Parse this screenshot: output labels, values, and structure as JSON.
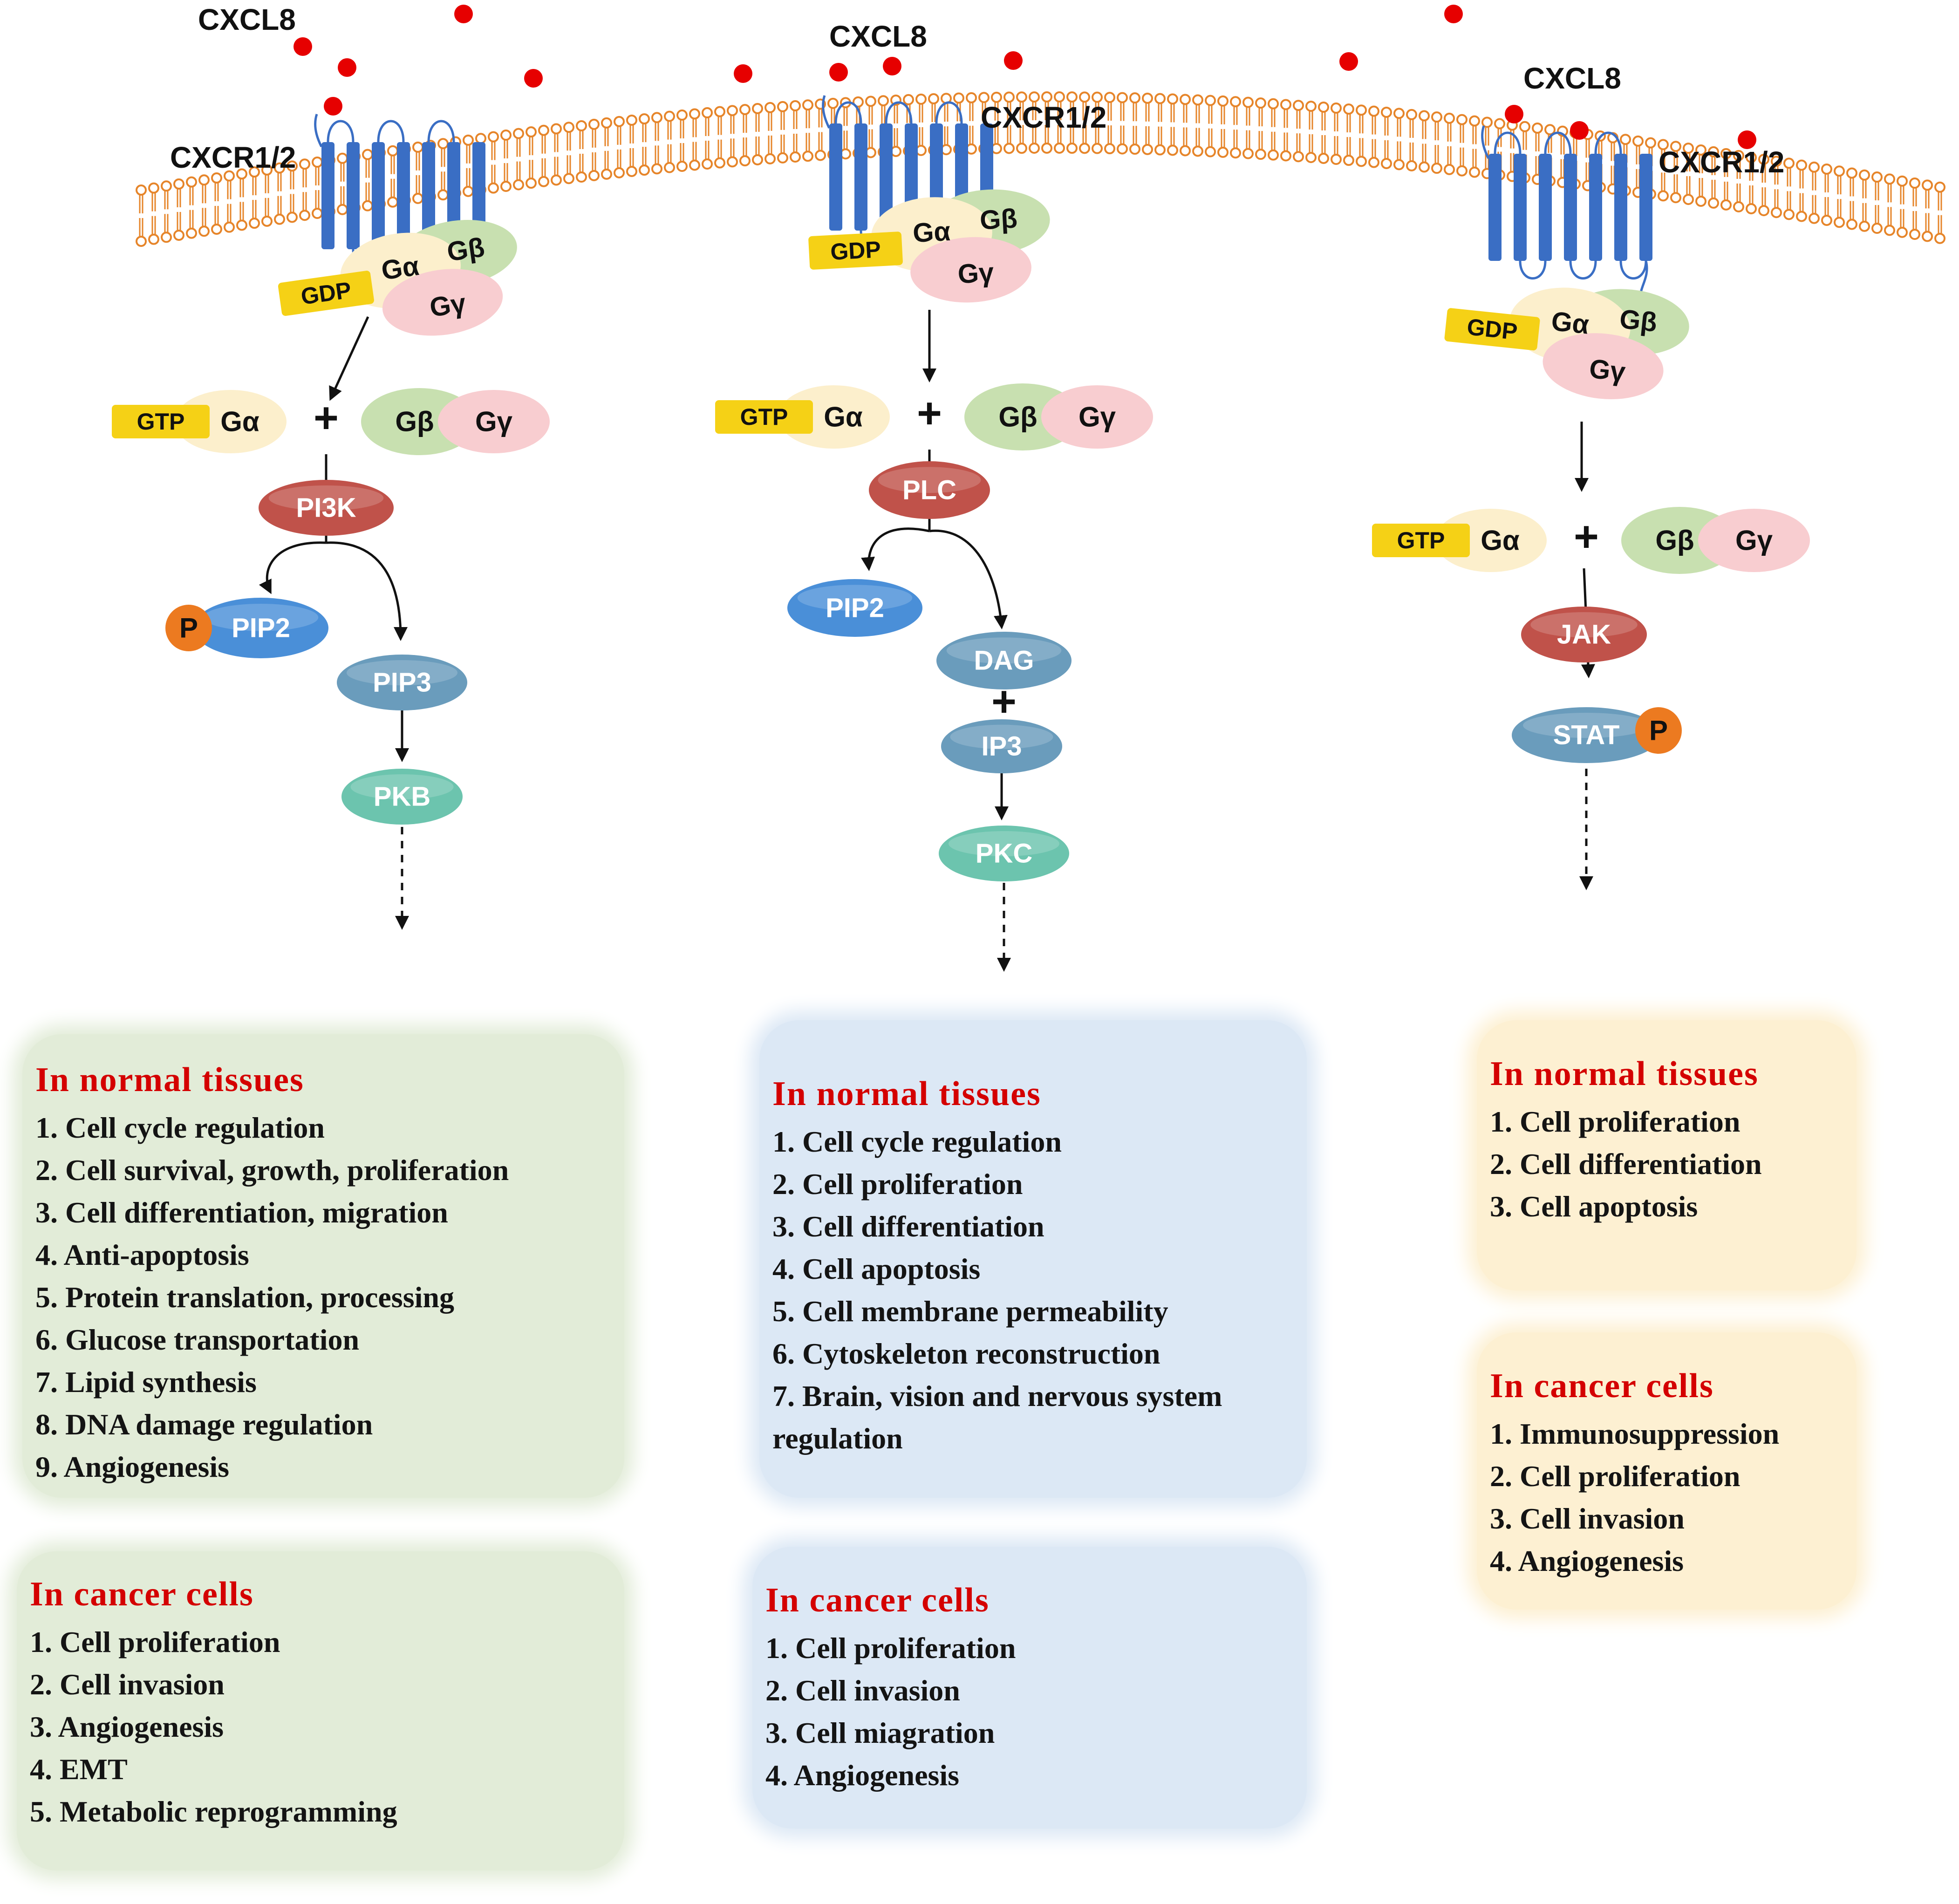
{
  "colors": {
    "membrane": "#e6852a",
    "receptor": "#3a6ec4",
    "ligand": "#e60000",
    "gdp_gtp": "#f5d116",
    "g_alpha": "#fcefcc",
    "g_beta": "#c8e0b0",
    "g_gamma": "#f8cdd0",
    "kinase_red": "#c0524a",
    "pip2_blue": "#4a8fd8",
    "messenger_steel": "#6a9cbc",
    "effector_teal": "#6cc4ae",
    "phosphate": "#ec7a20",
    "title_red": "#d40000"
  },
  "labels": {
    "ligand": "CXCL8",
    "receptor": "CXCR1/2",
    "gdp": "GDP",
    "gtp": "GTP",
    "g_alpha": "Gα",
    "g_beta": "Gβ",
    "g_gamma": "Gγ",
    "plus": "+",
    "phosphate": "P"
  },
  "pathways": [
    {
      "id": "pi3k",
      "kinase": "PI3K",
      "substrate": "PIP2",
      "product": "PIP3",
      "effector": "PKB",
      "normal_title": "In normal tissues",
      "normal_items": [
        "1. Cell cycle regulation",
        "2. Cell survival, growth, proliferation",
        "3. Cell differentiation, migration",
        "4. Anti-apoptosis",
        "5. Protein translation, processing",
        "6. Glucose transportation",
        "7. Lipid synthesis",
        "8. DNA damage regulation",
        "9. Angiogenesis"
      ],
      "cancer_title": "In cancer cells",
      "cancer_items": [
        "1. Cell proliferation",
        "2. Cell invasion",
        "3. Angiogenesis",
        "4. EMT",
        "5. Metabolic reprogramming"
      ]
    },
    {
      "id": "plc",
      "kinase": "PLC",
      "substrate": "PIP2",
      "product_a": "DAG",
      "product_b": "IP3",
      "effector": "PKC",
      "normal_title": "In normal tissues",
      "normal_items": [
        "1. Cell cycle regulation",
        "2. Cell proliferation",
        "3. Cell differentiation",
        "4. Cell apoptosis",
        "5. Cell membrane permeability",
        "6. Cytoskeleton reconstruction",
        "7. Brain, vision and nervous system regulation"
      ],
      "cancer_title": "In cancer cells",
      "cancer_items": [
        "1. Cell proliferation",
        "2. Cell invasion",
        "3. Cell miagration",
        "4. Angiogenesis"
      ]
    },
    {
      "id": "jak",
      "kinase": "JAK",
      "effector": "STAT",
      "normal_title": "In normal tissues",
      "normal_items": [
        "1. Cell proliferation",
        "2. Cell differentiation",
        "3. Cell apoptosis"
      ],
      "cancer_title": "In cancer cells",
      "cancer_items": [
        "1. Immunosuppression",
        "2. Cell proliferation",
        "3. Cell invasion",
        "4. Angiogenesis"
      ]
    }
  ]
}
